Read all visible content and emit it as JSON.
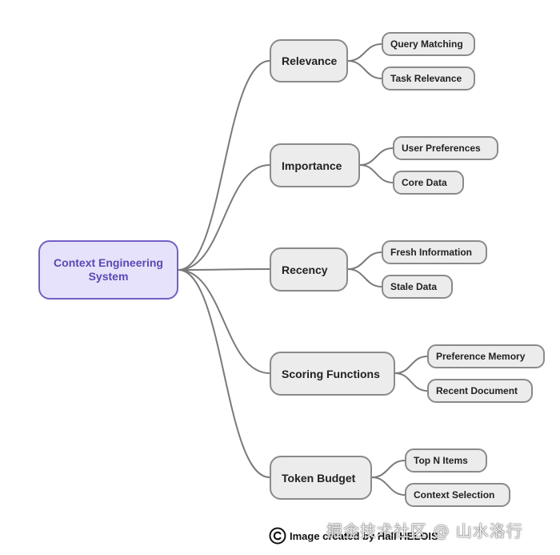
{
  "root": {
    "label_line1": "Context Engineering",
    "label_line2": "System"
  },
  "branches": [
    {
      "label": "Relevance",
      "children": [
        "Query Matching",
        "Task Relevance"
      ]
    },
    {
      "label": "Importance",
      "children": [
        "User Preferences",
        "Core Data"
      ]
    },
    {
      "label": "Recency",
      "children": [
        "Fresh Information",
        "Stale Data"
      ]
    },
    {
      "label": "Scoring Functions",
      "children": [
        "Preference Memory",
        "Recent Document"
      ]
    },
    {
      "label": "Token Budget",
      "children": [
        "Top N Items",
        "Context Selection"
      ]
    }
  ],
  "colors": {
    "root_fill": "#e6e2fb",
    "root_stroke": "#7460c4",
    "root_text": "#5b47b4",
    "node_fill": "#ececec",
    "node_stroke": "#8a8a8a",
    "edge": "#7a7a7a"
  },
  "footer": {
    "credit_text": "Image created by Hall HELOIS",
    "watermark": "掘金技术社区 @ 山水洛行"
  }
}
